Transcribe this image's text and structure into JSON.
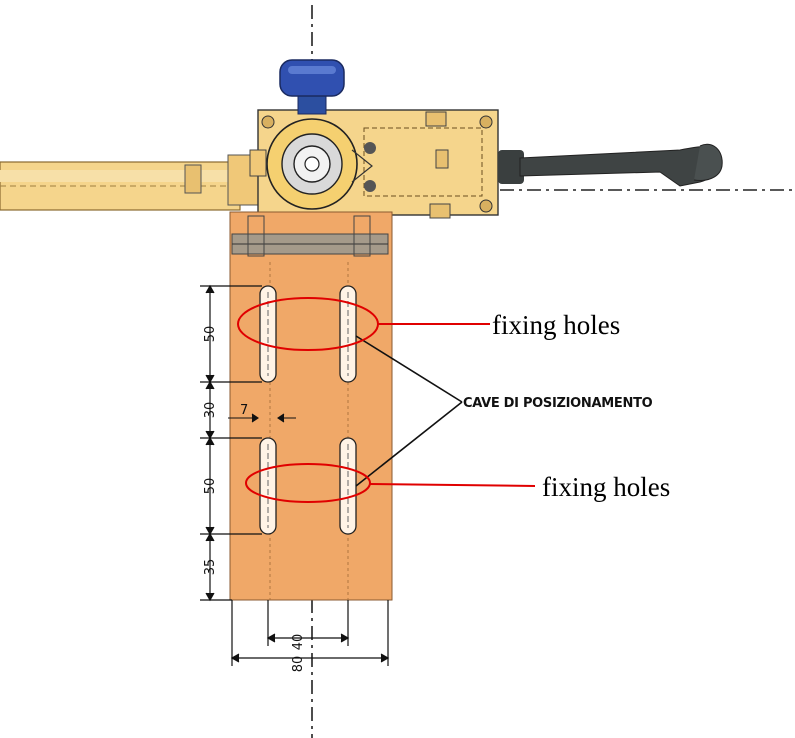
{
  "callouts": {
    "upper_label": "fixing holes",
    "lower_label": "fixing holes",
    "slots_label": "CAVE DI POSIZIONAMENTO"
  },
  "dimensions": {
    "vertical": [
      "50",
      "30",
      "50",
      "35"
    ],
    "slot_width": "7",
    "slot_spacing": "40",
    "plate_width": "80"
  },
  "colors": {
    "plate": "#f0a868",
    "body": "#f5d58c",
    "knob": "#2a4fa8",
    "handle": "#3a3f3f",
    "highlight": "#e00000"
  }
}
